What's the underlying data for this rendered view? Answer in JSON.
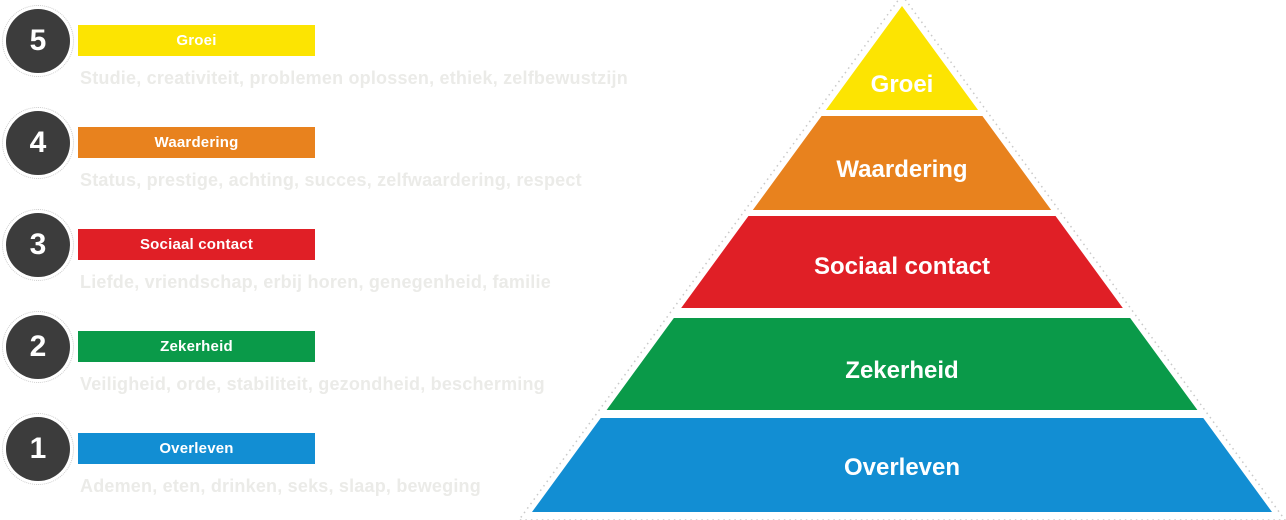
{
  "levels": [
    {
      "number": "5",
      "label": "Groei",
      "description": "Studie, creativiteit, problemen oplossen, ethiek, zelfbewustzijn",
      "color": "#FCE402"
    },
    {
      "number": "4",
      "label": "Waardering",
      "description": "Status, prestige, achting, succes, zelfwaardering, respect",
      "color": "#E8821E"
    },
    {
      "number": "3",
      "label": "Sociaal contact",
      "description": "Liefde, vriendschap, erbij horen, genegenheid, familie",
      "color": "#E01F26"
    },
    {
      "number": "2",
      "label": "Zekerheid",
      "description": "Veiligheid, orde, stabiliteit, gezondheid, bescherming",
      "color": "#0A9A49"
    },
    {
      "number": "1",
      "label": "Overleven",
      "description": "Ademen, eten, drinken, seks, slaap, beweging",
      "color": "#128ED3"
    }
  ],
  "badge_color": "#3C3C3C",
  "outline_color": "#C9C9C9"
}
